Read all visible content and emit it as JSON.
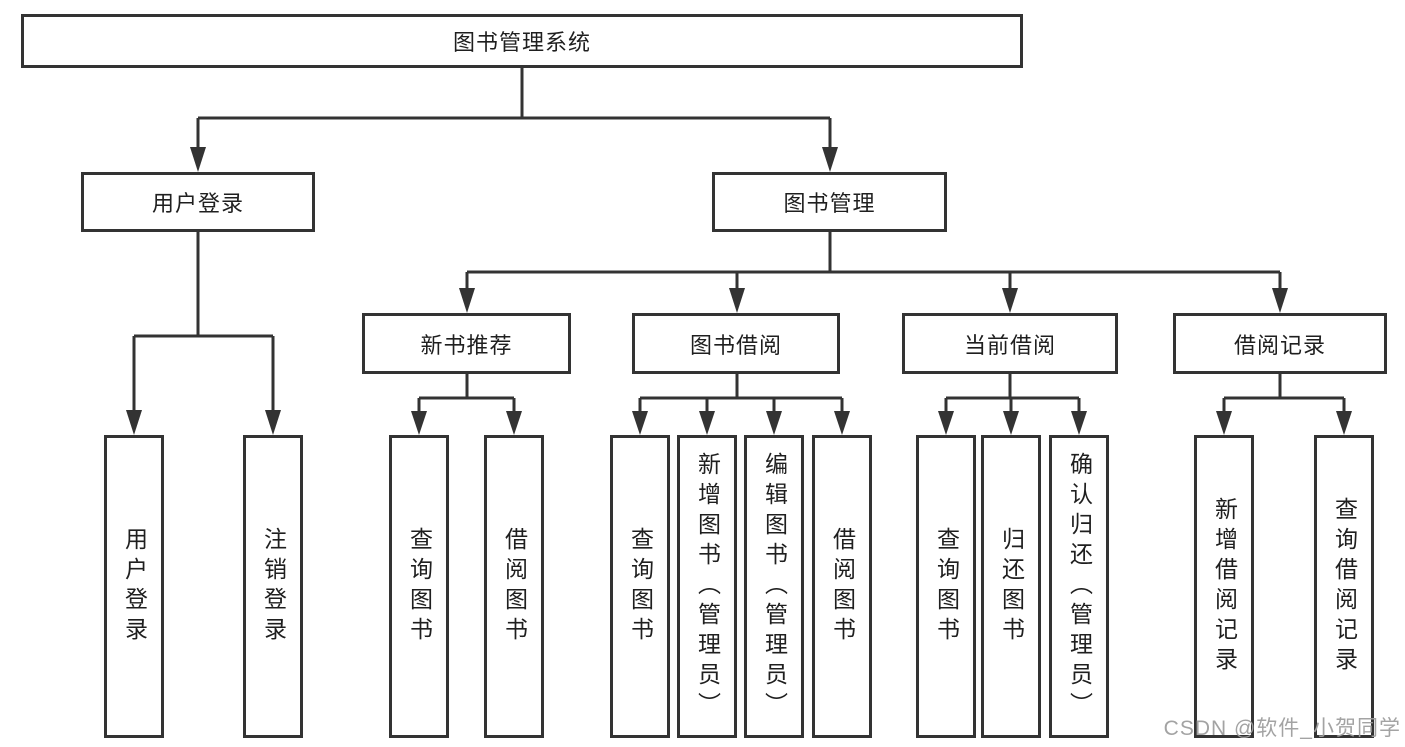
{
  "diagram": {
    "root": {
      "id": "book-management-system",
      "label": "图书管理系统"
    },
    "level2": [
      {
        "id": "user-login",
        "label": "用户登录",
        "parent": "图书管理系统"
      },
      {
        "id": "book-management",
        "label": "图书管理",
        "parent": "图书管理系统"
      }
    ],
    "level3": [
      {
        "id": "new-book-recommend",
        "label": "新书推荐",
        "parent": "图书管理"
      },
      {
        "id": "book-borrow",
        "label": "图书借阅",
        "parent": "图书管理"
      },
      {
        "id": "current-borrow",
        "label": "当前借阅",
        "parent": "图书管理"
      },
      {
        "id": "borrow-records",
        "label": "借阅记录",
        "parent": "图书管理"
      }
    ],
    "leaves": [
      {
        "id": "leaf-user-login",
        "label": "用户登录",
        "parent": "用户登录"
      },
      {
        "id": "leaf-logout",
        "label": "注销登录",
        "parent": "用户登录"
      },
      {
        "id": "leaf-query-book-1",
        "label": "查询图书",
        "parent": "新书推荐"
      },
      {
        "id": "leaf-borrow-book-1",
        "label": "借阅图书",
        "parent": "新书推荐"
      },
      {
        "id": "leaf-query-book-2",
        "label": "查询图书",
        "parent": "图书借阅"
      },
      {
        "id": "leaf-add-book-admin",
        "label": "新增图书（管理员）",
        "parent": "图书借阅"
      },
      {
        "id": "leaf-edit-book-admin",
        "label": "编辑图书（管理员）",
        "parent": "图书借阅"
      },
      {
        "id": "leaf-borrow-book-2",
        "label": "借阅图书",
        "parent": "图书借阅"
      },
      {
        "id": "leaf-query-book-3",
        "label": "查询图书",
        "parent": "当前借阅"
      },
      {
        "id": "leaf-return-book",
        "label": "归还图书",
        "parent": "当前借阅"
      },
      {
        "id": "leaf-confirm-return-admin",
        "label": "确认归还（管理员）",
        "parent": "当前借阅"
      },
      {
        "id": "leaf-add-borrow-record",
        "label": "新增借阅记录",
        "parent": "借阅记录"
      },
      {
        "id": "leaf-query-borrow-record",
        "label": "查询借阅记录",
        "parent": "借阅记录"
      }
    ]
  },
  "watermark": {
    "text": "CSDN @软件_小贺同学"
  },
  "colors": {
    "line": "#333333",
    "border": "#333333",
    "text": "#1f1f1f",
    "watermark": "#9e9e9e",
    "background": "#ffffff"
  }
}
